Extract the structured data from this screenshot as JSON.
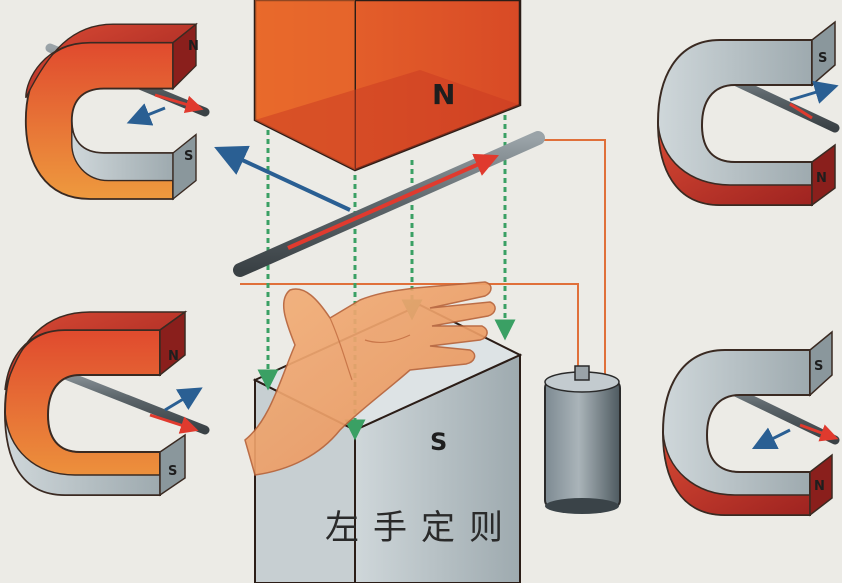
{
  "title": "左手定则",
  "labels": {
    "top_magnet_pole": "N",
    "bottom_magnet_pole": "S",
    "pole_n": "N",
    "pole_s": "S"
  },
  "icons": {
    "magnet": "horseshoe-magnet-icon",
    "arrow": "force-arrow-icon",
    "battery": "battery-icon",
    "hand": "left-hand-icon"
  },
  "colors": {
    "magnet_red": "#c0352b",
    "magnet_orange": "#e8822d",
    "magnet_grey": "#b9c4c8",
    "force_arrow": "#2a5f93",
    "field_lines": "#3aa064",
    "current_arrow": "#d9362c",
    "wire": "#e0703a"
  }
}
